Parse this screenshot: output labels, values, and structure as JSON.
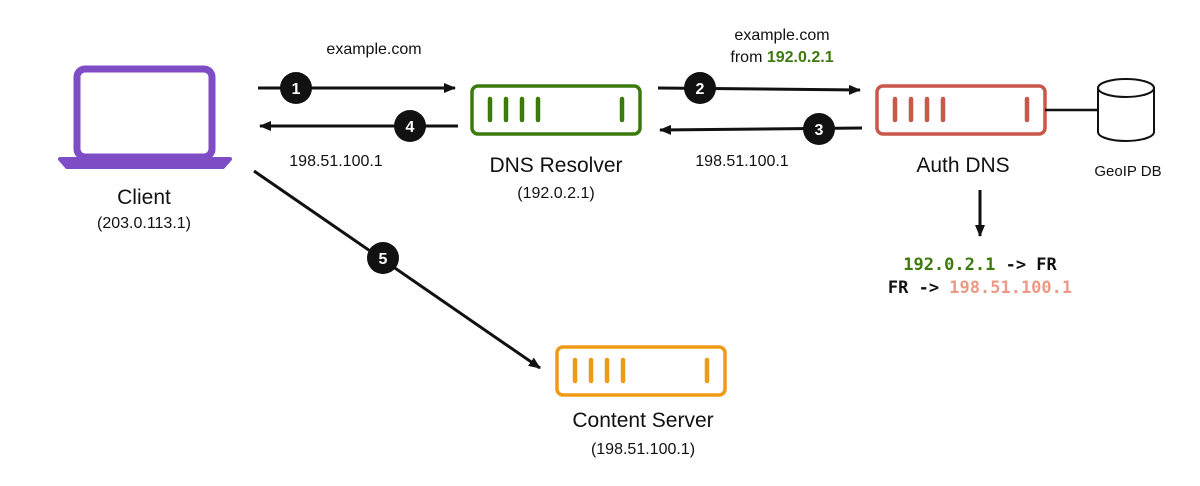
{
  "colors": {
    "client": "#7e4cc4",
    "resolver": "#3d7a0e",
    "auth": "#c9574b",
    "content": "#ef9a15",
    "arrow": "#111111",
    "highlight_green": "#3d7a0e",
    "highlight_salmon": "#ec9a87"
  },
  "nodes": {
    "client": {
      "label": "Client",
      "ip": "(203.0.113.1)",
      "icon": "laptop-icon"
    },
    "resolver": {
      "label": "DNS Resolver",
      "ip": "(192.0.2.1)",
      "icon": "server-icon"
    },
    "auth": {
      "label": "Auth DNS",
      "icon": "server-icon"
    },
    "geoip": {
      "label": "GeoIP DB",
      "icon": "database-icon"
    },
    "content": {
      "label": "Content Server",
      "ip": "(198.51.100.1)",
      "icon": "server-icon"
    }
  },
  "steps": {
    "s1": "1",
    "s2": "2",
    "s3": "3",
    "s4": "4",
    "s5": "5"
  },
  "labels": {
    "query1": "example.com",
    "query2_line1": "example.com",
    "query2_from": "from ",
    "query2_ip": "192.0.2.1",
    "answer3": "198.51.100.1",
    "answer4": "198.51.100.1"
  },
  "mapping": {
    "line1_ip": "192.0.2.1",
    "line1_rest": " -> FR",
    "line2_start": "FR -> ",
    "line2_ip": "198.51.100.1"
  }
}
